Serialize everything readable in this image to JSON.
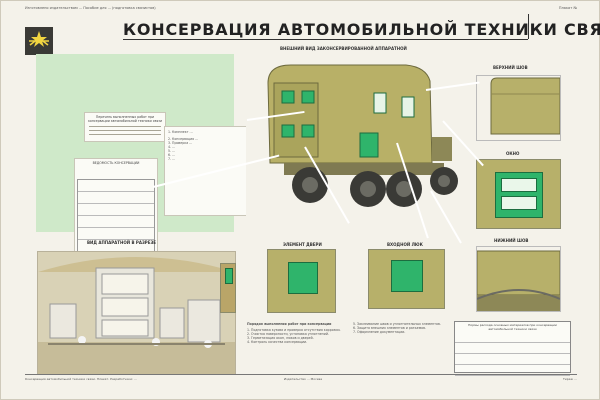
{
  "header": {
    "left_text": "Изготовлено издательством ... Пособие для ... (подготовка связистов)",
    "right_text": "Плакат №"
  },
  "title": "КОНСЕРВАЦИЯ АВТОМОБИЛЬНОЙ ТЕХНИКИ СВЯЗИ",
  "sections": {
    "exterior_view": "ВНЕШНИЙ ВИД ЗАКОНСЕРВИРОВАННОЙ АППАРАТНОЙ",
    "cutaway_view": "ВИД АППАРАТНОЙ В РАЗРЕЗЕ",
    "door_element": "ЭЛЕМЕНТ ДВЕРИ",
    "entrance_hatch": "ВХОДНОЙ ЛЮК",
    "top_seam": "ВЕРХНИЙ ШОВ",
    "window": "ОКНО",
    "bottom_seam": "НИЖНИЙ ШОВ"
  },
  "documents": {
    "doc1_title": "Перечень выполненных работ при консервации автомобильной техники связи",
    "doc3_title": "ВЕДОМОСТЬ КОНСЕРВАЦИИ",
    "doc2_lines": [
      "1. Комплект ... ",
      "2. Консервация ...",
      "3. Проверка ...",
      "4. ...",
      "5. ...",
      "6. ...",
      "7. ..."
    ]
  },
  "text_blocks": {
    "center_title": "Порядок выполнения работ при консервации",
    "right_table_title": "Нормы расхода основных материалов при консервации автомобильной техники связи"
  },
  "footer": {
    "left": "Консервация автомобильной техники связи. Плакат. Разработчики: ...",
    "center": "Издательство ... Москва",
    "right": "Тираж ..."
  }
}
